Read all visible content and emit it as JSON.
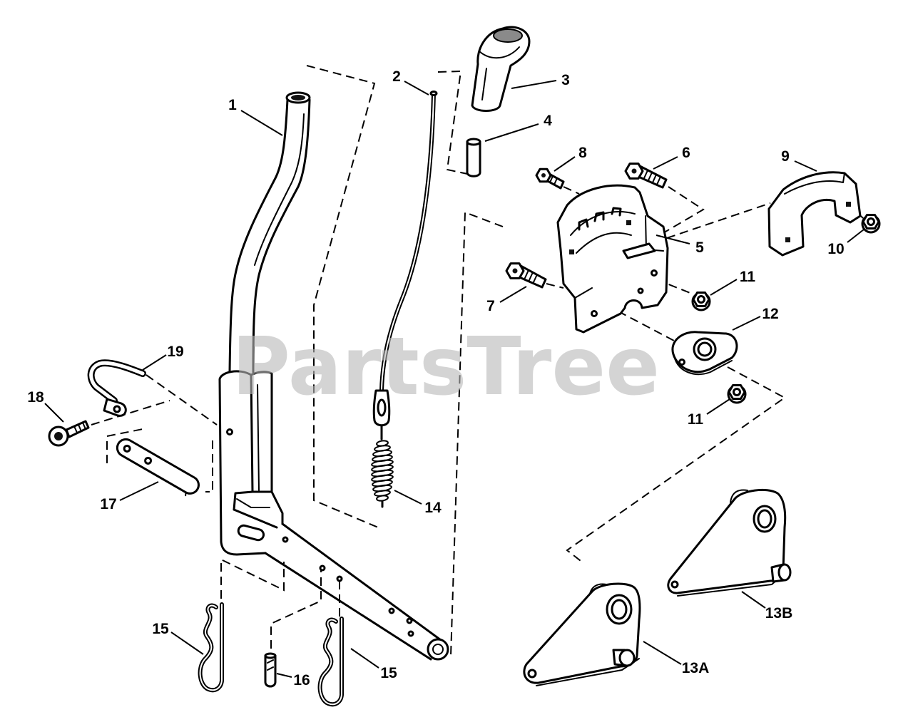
{
  "watermark": "PartsTree",
  "colors": {
    "ink": "#000000",
    "background": "#ffffff",
    "watermark": "#b9b9b9"
  },
  "callouts": [
    {
      "label": "1"
    },
    {
      "label": "2"
    },
    {
      "label": "3"
    },
    {
      "label": "4"
    },
    {
      "label": "5"
    },
    {
      "label": "6"
    },
    {
      "label": "7"
    },
    {
      "label": "8"
    },
    {
      "label": "9"
    },
    {
      "label": "10"
    },
    {
      "label": "11"
    },
    {
      "label": "11"
    },
    {
      "label": "12"
    },
    {
      "label": "13A"
    },
    {
      "label": "13B"
    },
    {
      "label": "14"
    },
    {
      "label": "15"
    },
    {
      "label": "15"
    },
    {
      "label": "16"
    },
    {
      "label": "17"
    },
    {
      "label": "18"
    },
    {
      "label": "19"
    }
  ]
}
